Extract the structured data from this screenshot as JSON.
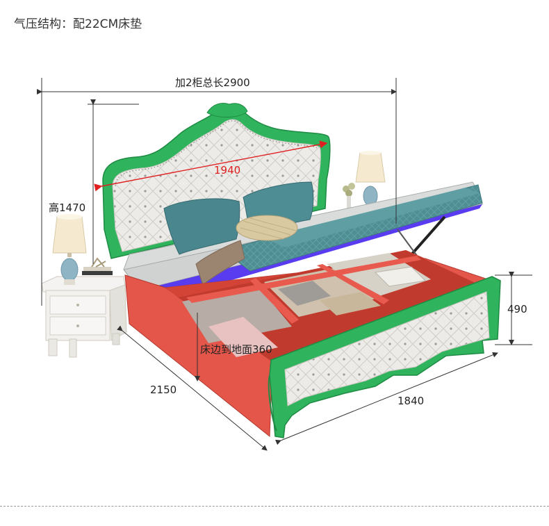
{
  "title": "气压结构：配22CM床垫",
  "dimensions": {
    "total_length": "加2柜总长2900",
    "headboard_width": "1940",
    "height": "高1470",
    "side_height": "490",
    "bed_edge_height": "床边到地面360",
    "length": "2150",
    "width": "1840"
  },
  "colors": {
    "frame_green": "#2fb35c",
    "base_red": "#e4564a",
    "dimension_red": "#e02020",
    "lift_blue": "#5a3cf0"
  }
}
